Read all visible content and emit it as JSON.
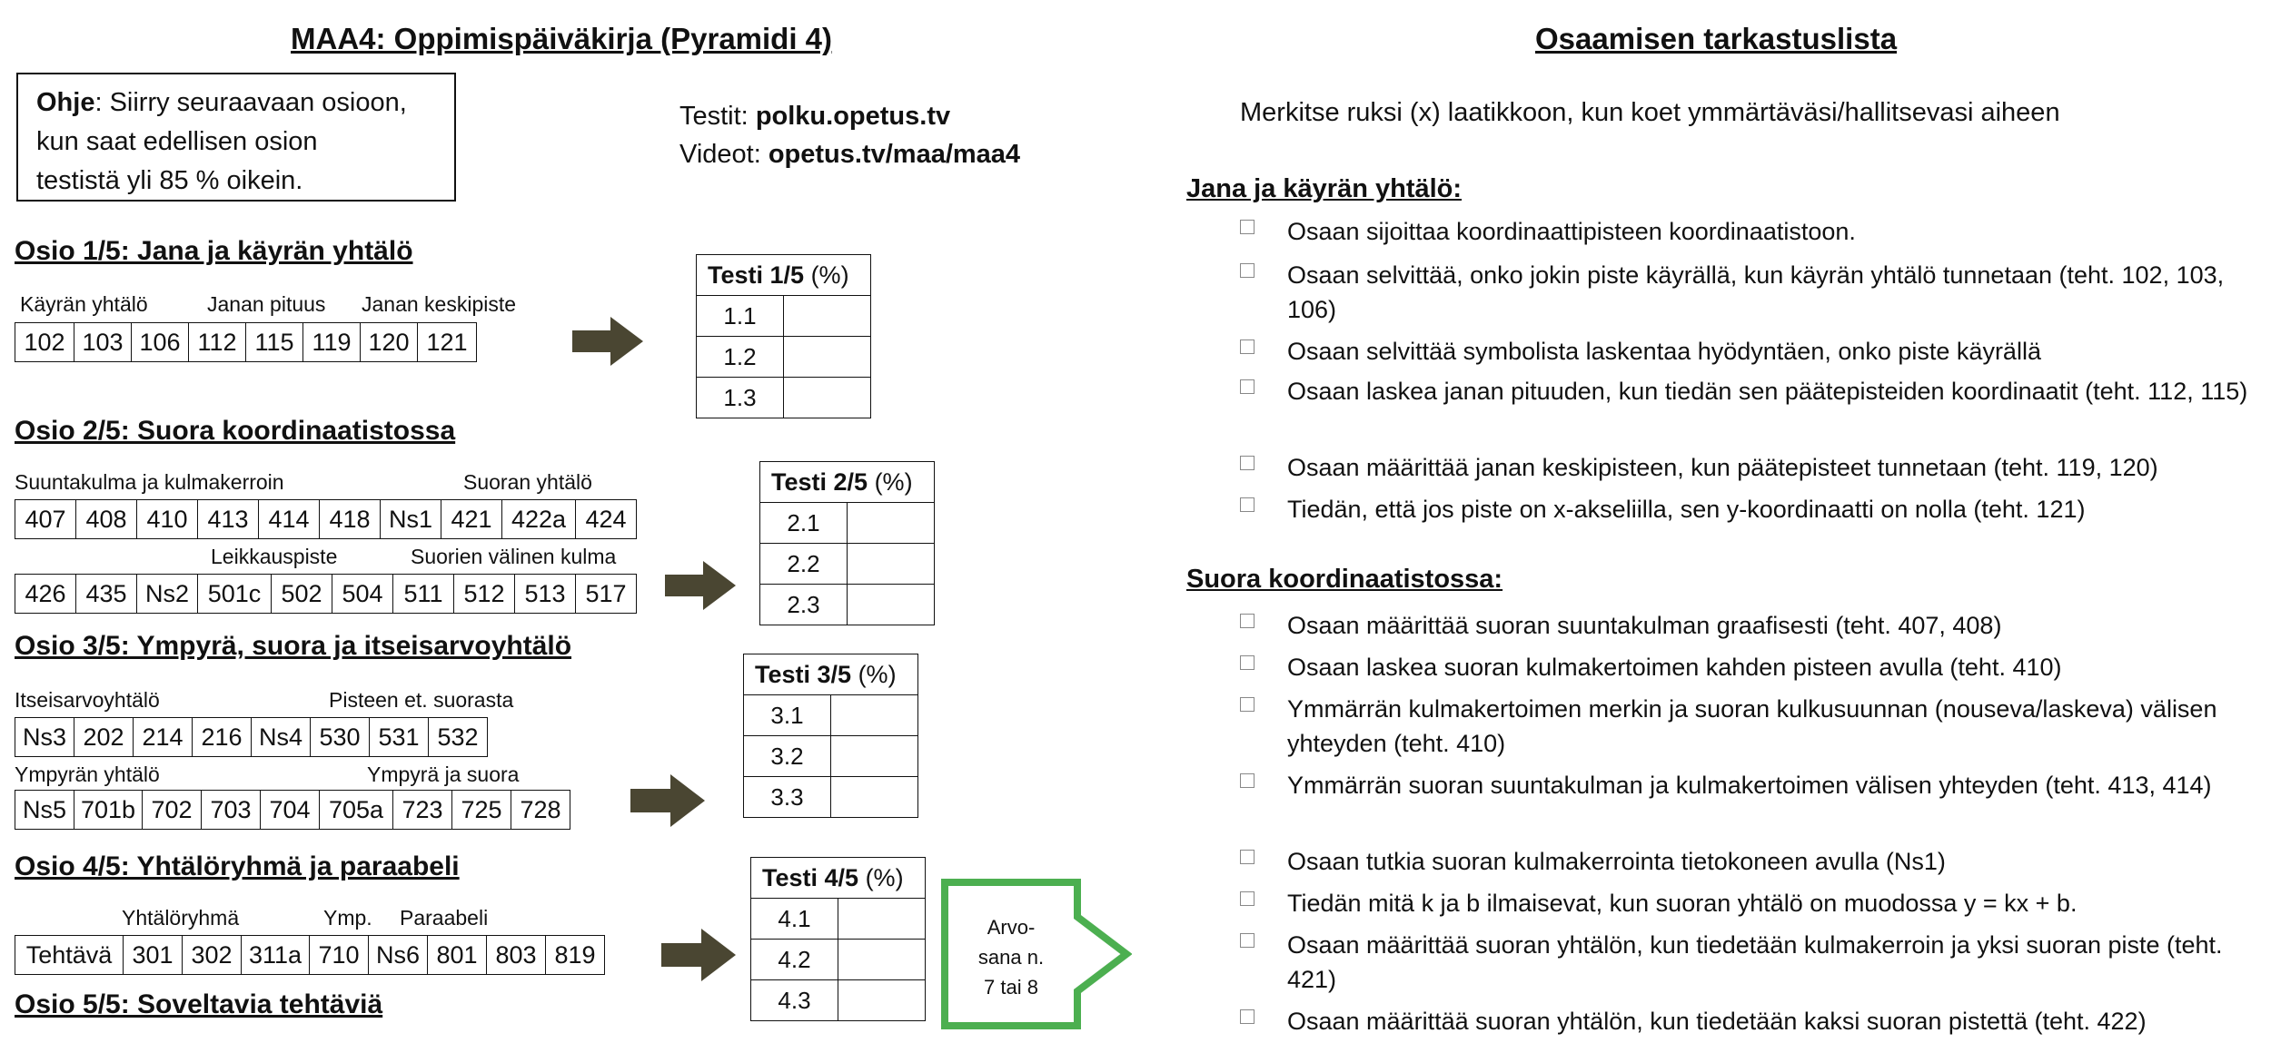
{
  "left_title": "MAA4: Oppimispäiväkirja (Pyramidi 4)",
  "right_title": "Osaamisen tarkastuslista",
  "note": {
    "bold": "Ohje",
    "line1": ": Siirry seuraavaan osioon,",
    "line2": "kun saat edellisen osion",
    "line3": "testistä yli 85 % oikein."
  },
  "links": {
    "tests_label": "Testit: ",
    "tests_url": "polku.opetus.tv",
    "videos_label": "Videot: ",
    "videos_url": "opetus.tv/maa/maa4"
  },
  "checklist_intro": "Merkitse ruksi (x) laatikkoon, kun koet ymmärtäväsi/hallitsevasi aiheen",
  "sections": [
    {
      "title": "Osio 1/5: Jana ja käyrän yhtälö",
      "labels": [
        "Käyrän yhtälö",
        "Janan pituus",
        "Janan keskipiste"
      ],
      "rows": [
        [
          "102",
          "103",
          "106",
          "112",
          "115",
          "119",
          "120",
          "121"
        ]
      ],
      "test": {
        "title_bold": "Testi 1/5",
        "title_rest": " (%)",
        "items": [
          "1.1",
          "1.2",
          "1.3"
        ]
      }
    },
    {
      "title": "Osio 2/5: Suora koordinaatistossa",
      "labels": [
        "Suuntakulma ja kulmakerroin",
        "Suoran yhtälö",
        "Leikkauspiste",
        "Suorien välinen kulma"
      ],
      "rows": [
        [
          "407",
          "408",
          "410",
          "413",
          "414",
          "418",
          "Ns1",
          "421",
          "422a",
          "424"
        ],
        [
          "426",
          "435",
          "Ns2",
          "501c",
          "502",
          "504",
          "511",
          "512",
          "513",
          "517"
        ]
      ],
      "test": {
        "title_bold": "Testi 2/5",
        "title_rest": " (%)",
        "items": [
          "2.1",
          "2.2",
          "2.3"
        ]
      }
    },
    {
      "title": "Osio 3/5: Ympyrä, suora ja itseisarvoyhtälö",
      "labels": [
        "Itseisarvoyhtälö",
        "Pisteen et. suorasta",
        "Ympyrän yhtälö",
        "Ympyrä ja suora"
      ],
      "rows": [
        [
          "Ns3",
          "202",
          "214",
          "216",
          "Ns4",
          "530",
          "531",
          "532"
        ],
        [
          "Ns5",
          "701b",
          "702",
          "703",
          "704",
          "705a",
          "723",
          "725",
          "728"
        ]
      ],
      "test": {
        "title_bold": "Testi 3/5",
        "title_rest": " (%)",
        "items": [
          "3.1",
          "3.2",
          "3.3"
        ]
      }
    },
    {
      "title": "Osio 4/5: Yhtälöryhmä ja paraabeli",
      "labels": [
        "Yhtälöryhmä",
        "Ymp.",
        "Paraabeli"
      ],
      "rows": [
        [
          "Tehtävä",
          "301",
          "302",
          "311a",
          "710",
          "Ns6",
          "801",
          "803",
          "819"
        ]
      ],
      "test": {
        "title_bold": "Testi 4/5",
        "title_rest": " (%)",
        "items": [
          "4.1",
          "4.2",
          "4.3"
        ]
      }
    },
    {
      "title": "Osio 5/5: Soveltavia tehtäviä"
    }
  ],
  "grade_arrow": {
    "line1": "Arvo-",
    "line2": "sana n.",
    "line3": "7 tai 8"
  },
  "checklist": [
    {
      "heading": "Jana ja käyrän yhtälö:",
      "items": [
        "Osaan sijoittaa koordinaattipisteen koordinaatistoon.",
        "Osaan selvittää, onko jokin piste käyrällä, kun käyrän yhtälö tunnetaan (teht. 102, 103, 106)",
        "Osaan selvittää symbolista laskentaa hyödyntäen, onko piste käyrällä",
        "Osaan laskea janan pituuden, kun tiedän sen päätepisteiden koordinaatit (teht. 112, 115)",
        "Osaan määrittää janan keskipisteen, kun päätepisteet tunnetaan (teht. 119, 120)",
        "Tiedän, että jos piste on x-akseliilla, sen y-koordinaatti on nolla (teht. 121)"
      ]
    },
    {
      "heading": "Suora koordinaatistossa:",
      "items": [
        "Osaan määrittää suoran suuntakulman graafisesti (teht. 407, 408)",
        "Osaan laskea suoran kulmakertoimen kahden pisteen avulla (teht. 410)",
        "Ymmärrän kulmakertoimen merkin ja suoran kulkusuunnan (nouseva/laskeva) välisen yhteyden (teht. 410)",
        "Ymmärrän suoran suuntakulman ja kulmakertoimen välisen yhteyden (teht. 413, 414)",
        "Osaan tutkia suoran kulmakerrointa tietokoneen avulla (Ns1)",
        "Tiedän mitä k ja b ilmaisevat, kun suoran yhtälö on muodossa y = kx + b.",
        "Osaan määrittää suoran yhtälön, kun tiedetään kulmakerroin ja yksi suoran piste (teht. 421)",
        "Osaan määrittää suoran yhtälön, kun tiedetään kaksi suoran pistettä (teht. 422)"
      ]
    }
  ],
  "colors": {
    "arrow_dark": "#4a4632",
    "grade_green": "#4caf50"
  }
}
